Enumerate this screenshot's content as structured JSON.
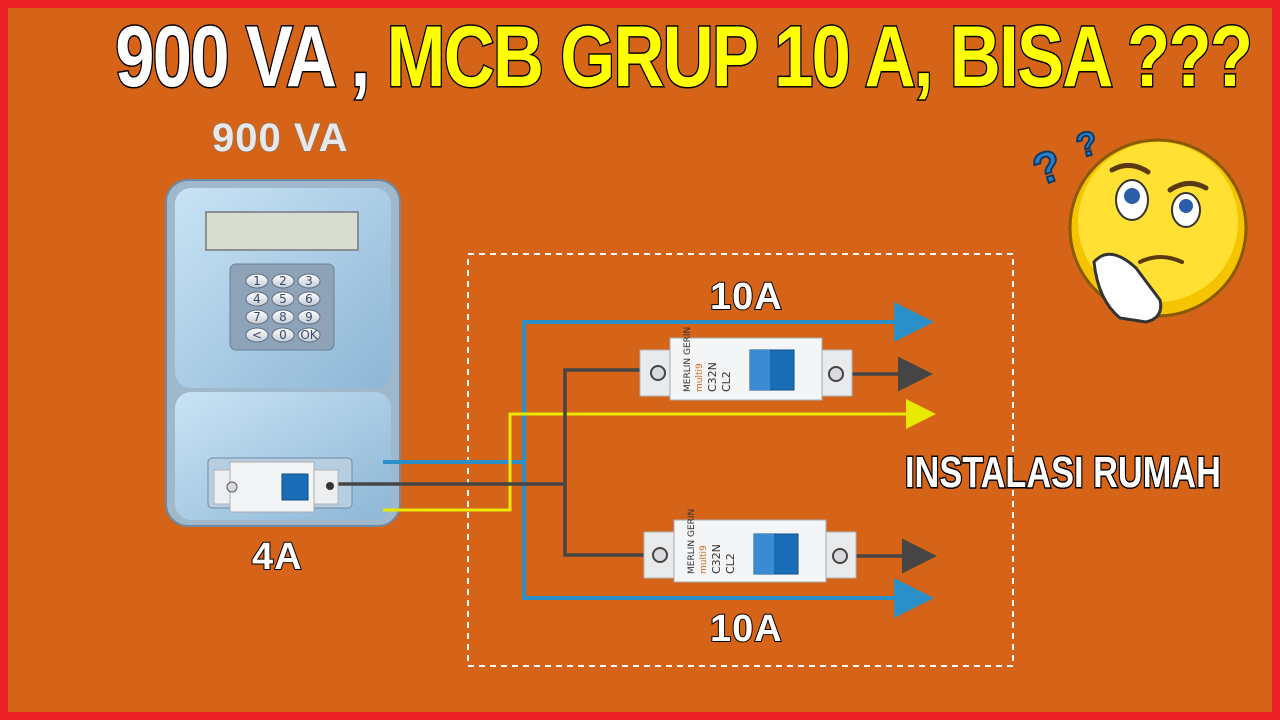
{
  "title": {
    "part1": "900 VA ,",
    "part2": "MCB GRUP 10 A, BISA ???"
  },
  "meter": {
    "label": "900 VA",
    "keys": [
      "1",
      "2",
      "3",
      "4",
      "5",
      "6",
      "7",
      "8",
      "9",
      "<",
      "0",
      "OK"
    ],
    "mcb_rating": "4A"
  },
  "groups": [
    {
      "label": "10A"
    },
    {
      "label": "10A"
    }
  ],
  "instalasi_label": "INSTALASI RUMAH",
  "mcb_text": {
    "brand": "MERLIN GERIN",
    "model": "multi9",
    "type": "C32N",
    "curve": "CL2"
  },
  "colors": {
    "background": "#d56418",
    "border": "#ec2025",
    "title_white": "#ffffff",
    "title_yellow": "#ffff00",
    "wire_neutral": "#2b8fc8",
    "wire_phase": "#454545",
    "wire_ground": "#e8e800",
    "mcb_toggle": "#1a6eb8"
  }
}
